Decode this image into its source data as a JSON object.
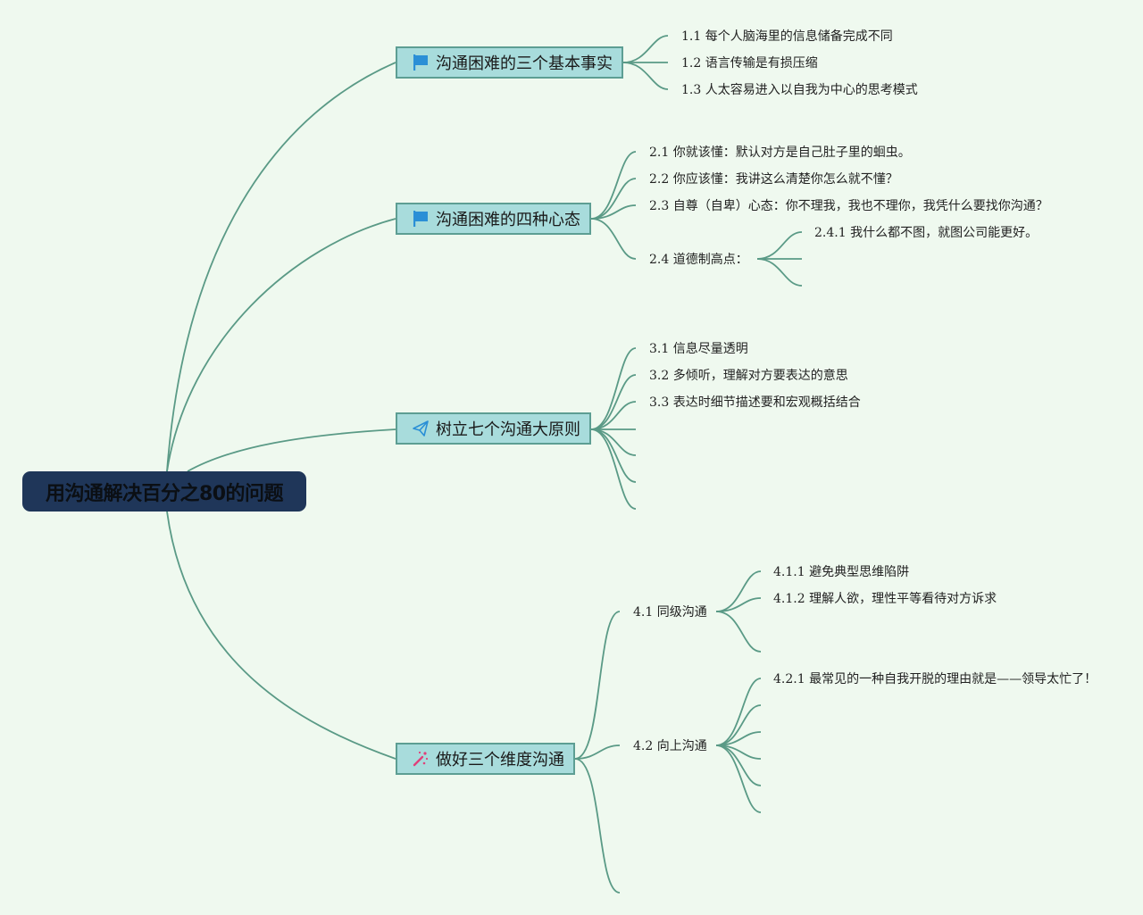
{
  "root": {
    "label": "用沟通解决百分之80的问题"
  },
  "topics": [
    {
      "label": "沟通困难的三个基本事实",
      "icon": "flag-icon",
      "children": [
        "1.1 每个人脑海里的信息储备完成不同",
        "1.2 语言传输是有损压缩",
        "1.3 人太容易进入以自我为中心的思考模式"
      ]
    },
    {
      "label": "沟通困难的四种心态",
      "icon": "flag-icon",
      "children": [
        "2.1 你就该懂：默认对方是自己肚子里的蛔虫。",
        "2.2 你应该懂：我讲这么清楚你怎么就不懂？",
        "2.3 自尊（自卑）心态：你不理我，我也不理你，我凭什么要找你沟通？",
        "2.4 道德制高点："
      ],
      "sub_children": [
        "2.4.1 我什么都不图，就图公司能更好。"
      ]
    },
    {
      "label": "树立七个沟通大原则",
      "icon": "paper-plane-icon",
      "children": [
        "3.1 信息尽量透明",
        "3.2 多倾听，理解对方要表达的意思",
        "3.3 表达时细节描述要和宏观概括结合"
      ]
    },
    {
      "label": "做好三个维度沟通",
      "icon": "magic-wand-icon",
      "children": [
        "4.1 同级沟通",
        "4.2 向上沟通"
      ],
      "sub_41": [
        "4.1.1 避免典型思维陷阱",
        "4.1.2 理解人欲，理性平等看待对方诉求"
      ],
      "sub_42": [
        "4.2.1 最常见的一种自我开脱的理由就是——领导太忙了！"
      ]
    }
  ],
  "colors": {
    "background": "#eff9ef",
    "root_fill": "#1f3659",
    "topic_fill": "#a8dcdc",
    "topic_border": "#5d9e93",
    "line": "#5a9a86",
    "flag": "#2a8fd6",
    "wand": "#e0407a"
  }
}
